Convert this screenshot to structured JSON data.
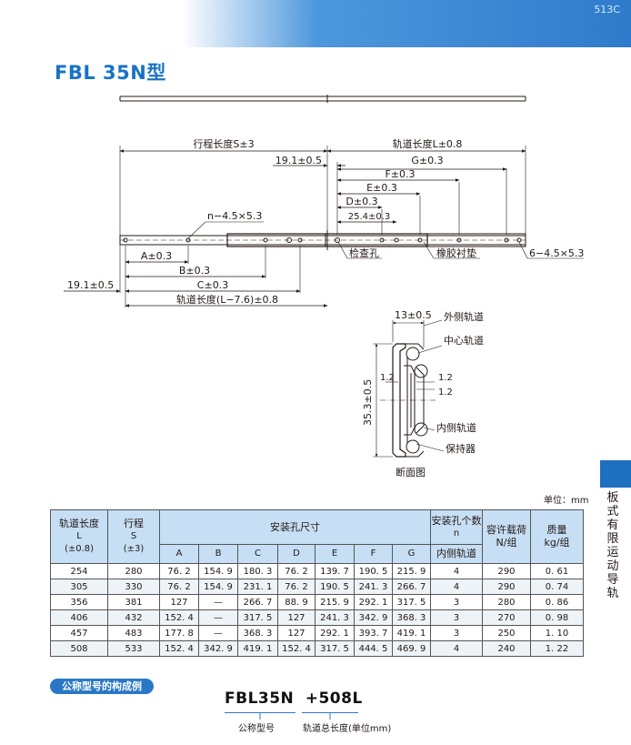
{
  "header": {
    "page_code": "513C"
  },
  "title": "FBL 35N型",
  "side_tab": {
    "text": "板式有限运动导轨"
  },
  "drawing": {
    "dims": {
      "stroke": "行程长度S±3",
      "rail_length": "轨道长度L±0.8",
      "top_offset": "19.1±0.5",
      "g": "G±0.3",
      "f": "F±0.3",
      "e": "E±0.3",
      "d": "D±0.3",
      "d254": "25.4±0.3",
      "n_holes": "n−4.5×5.3",
      "a": "A±0.3",
      "b": "B±0.3",
      "c": "C±0.3",
      "bottom_offset": "19.1±0.5",
      "rail_total": "轨道长度(L−7.6)±0.8",
      "check_hole": "检查孔",
      "rubber_pad": "橡胶衬垫",
      "six_holes": "6−4.5×5.3"
    },
    "section": {
      "w13": "13±0.5",
      "outer_rail": "外侧轨道",
      "center_rail": "中心轨道",
      "h353": "35.3±0.5",
      "t12a": "1.2",
      "t12b": "1.2",
      "t12c": "1.2",
      "inner_rail": "内侧轨道",
      "retainer": "保持器",
      "caption": "断面图"
    }
  },
  "table": {
    "unit": "单位：mm",
    "headers": {
      "rail_length": "轨道长度",
      "rail_length_sym": "L",
      "rail_length_tol": "(±0.8)",
      "stroke": "行程",
      "stroke_sym": "S",
      "stroke_tol": "(±3)",
      "hole_dims": "安装孔尺寸",
      "hole_count": "安装孔个数",
      "hole_count_sym": "n",
      "inner_rail": "内侧轨道",
      "load": "容许载荷",
      "load_unit": "N/组",
      "mass": "质量",
      "mass_unit": "kg/组",
      "cols": [
        "A",
        "B",
        "C",
        "D",
        "E",
        "F",
        "G"
      ]
    },
    "rows": [
      [
        "254",
        "280",
        "76. 2",
        "154. 9",
        "180. 3",
        "76. 2",
        "139. 7",
        "190. 5",
        "215. 9",
        "4",
        "290",
        "0. 61"
      ],
      [
        "305",
        "330",
        "76. 2",
        "154. 9",
        "231. 1",
        "76. 2",
        "190. 5",
        "241. 3",
        "266. 7",
        "4",
        "290",
        "0. 74"
      ],
      [
        "356",
        "381",
        "127",
        "—",
        "266. 7",
        "88. 9",
        "215. 9",
        "292. 1",
        "317. 5",
        "3",
        "280",
        "0. 86"
      ],
      [
        "406",
        "432",
        "152. 4",
        "—",
        "317. 5",
        "127",
        "241. 3",
        "342. 9",
        "368. 3",
        "3",
        "270",
        "0. 98"
      ],
      [
        "457",
        "483",
        "177. 8",
        "—",
        "368. 3",
        "127",
        "292. 1",
        "393. 7",
        "419. 1",
        "3",
        "250",
        "1. 10"
      ],
      [
        "508",
        "533",
        "152. 4",
        "342. 9",
        "419. 1",
        "152. 4",
        "317. 5",
        "444. 5",
        "469. 9",
        "4",
        "240",
        "1. 22"
      ]
    ]
  },
  "example": {
    "badge": "公称型号的构成例",
    "model": "FBL35N",
    "length": "+508L",
    "model_label": "公称型号",
    "length_label": "轨道总长度(单位mm)"
  }
}
